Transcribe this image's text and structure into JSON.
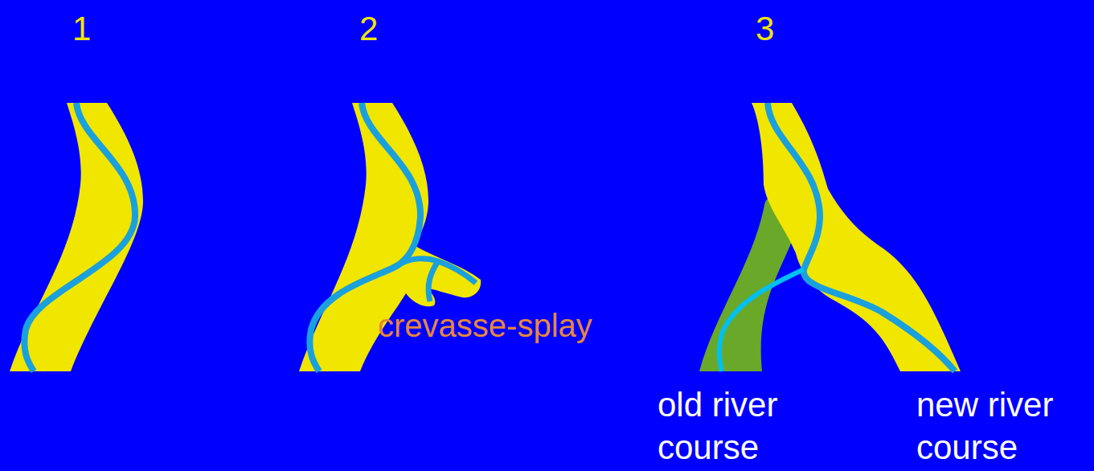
{
  "diagram": {
    "labels": [
      "1",
      "2",
      "3",
      "crevasse-splay",
      "old river course",
      "new river course"
    ]
  }
}
